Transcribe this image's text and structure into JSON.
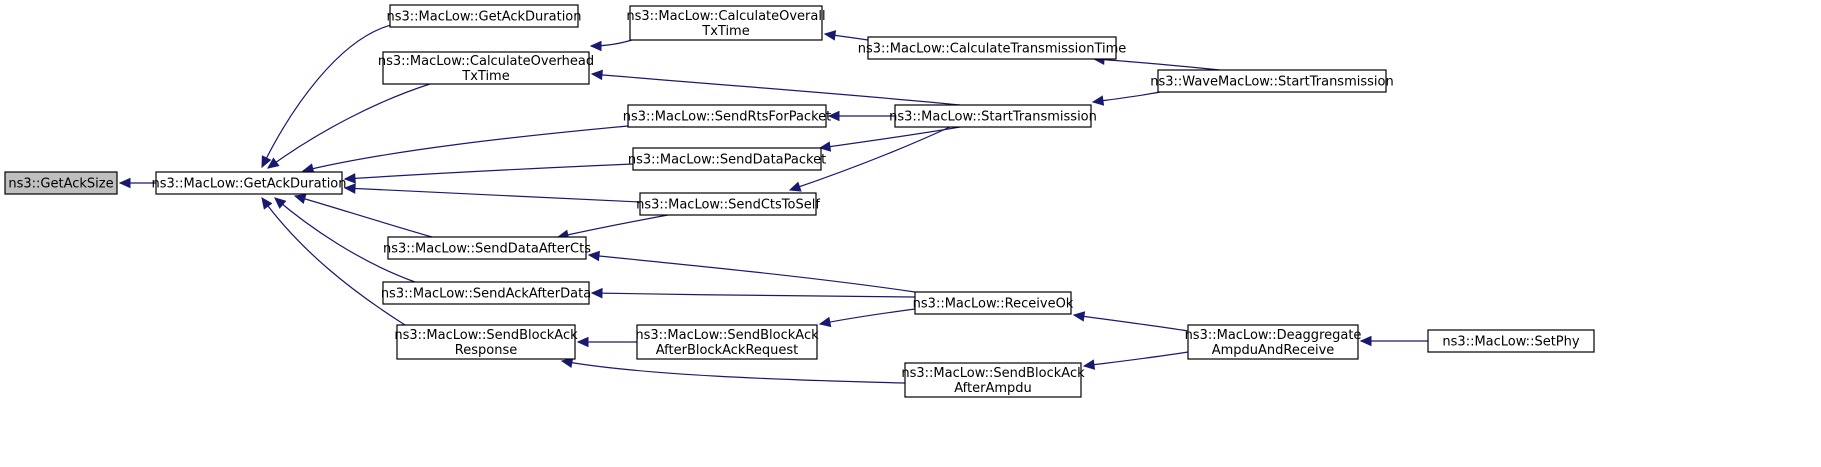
{
  "graph": {
    "nodes": [
      {
        "id": "getacksize",
        "lines": [
          "ns3::GetAckSize"
        ],
        "highlight": true
      },
      {
        "id": "getackduration_main",
        "lines": [
          "ns3::MacLow::GetAckDuration"
        ]
      },
      {
        "id": "getackduration_top",
        "lines": [
          "ns3::MacLow::GetAckDuration"
        ]
      },
      {
        "id": "calcoverhead",
        "lines": [
          "ns3::MacLow::CalculateOverhead",
          "TxTime"
        ]
      },
      {
        "id": "calcoverall",
        "lines": [
          "ns3::MacLow::CalculateOverall",
          "TxTime"
        ]
      },
      {
        "id": "calctransmission",
        "lines": [
          "ns3::MacLow::CalculateTransmissionTime"
        ]
      },
      {
        "id": "wavestart",
        "lines": [
          "ns3::WaveMacLow::StartTransmission"
        ]
      },
      {
        "id": "starttransmission",
        "lines": [
          "ns3::MacLow::StartTransmission"
        ]
      },
      {
        "id": "sendrts",
        "lines": [
          "ns3::MacLow::SendRtsForPacket"
        ]
      },
      {
        "id": "senddata",
        "lines": [
          "ns3::MacLow::SendDataPacket"
        ]
      },
      {
        "id": "sendcts",
        "lines": [
          "ns3::MacLow::SendCtsToSelf"
        ]
      },
      {
        "id": "senddataaftercts",
        "lines": [
          "ns3::MacLow::SendDataAfterCts"
        ]
      },
      {
        "id": "sendackafterdata",
        "lines": [
          "ns3::MacLow::SendAckAfterData"
        ]
      },
      {
        "id": "receiveok",
        "lines": [
          "ns3::MacLow::ReceiveOk"
        ]
      },
      {
        "id": "sendblockackresp",
        "lines": [
          "ns3::MacLow::SendBlockAck",
          "Response"
        ]
      },
      {
        "id": "sendblockackafterreq",
        "lines": [
          "ns3::MacLow::SendBlockAck",
          "AfterBlockAckRequest"
        ]
      },
      {
        "id": "sendblockackafterampdu",
        "lines": [
          "ns3::MacLow::SendBlockAck",
          "AfterAmpdu"
        ]
      },
      {
        "id": "deaggregate",
        "lines": [
          "ns3::MacLow::Deaggregate",
          "AmpduAndReceive"
        ]
      },
      {
        "id": "setphy",
        "lines": [
          "ns3::MacLow::SetPhy"
        ]
      }
    ],
    "edges": [
      {
        "from": "getackduration_main",
        "to": "getacksize"
      },
      {
        "from": "getackduration_top",
        "to": "getackduration_main"
      },
      {
        "from": "calcoverhead",
        "to": "getackduration_main"
      },
      {
        "from": "sendrts",
        "to": "getackduration_main"
      },
      {
        "from": "senddata",
        "to": "getackduration_main"
      },
      {
        "from": "sendcts",
        "to": "getackduration_main"
      },
      {
        "from": "senddataaftercts",
        "to": "getackduration_main"
      },
      {
        "from": "sendackafterdata",
        "to": "getackduration_main"
      },
      {
        "from": "sendblockackresp",
        "to": "getackduration_main"
      },
      {
        "from": "calcoverall",
        "to": "calcoverhead"
      },
      {
        "from": "starttransmission",
        "to": "calcoverhead"
      },
      {
        "from": "calctransmission",
        "to": "calcoverall"
      },
      {
        "from": "wavestart",
        "to": "calctransmission"
      },
      {
        "from": "wavestart",
        "to": "starttransmission"
      },
      {
        "from": "starttransmission",
        "to": "sendrts"
      },
      {
        "from": "starttransmission",
        "to": "senddata"
      },
      {
        "from": "starttransmission",
        "to": "sendcts"
      },
      {
        "from": "sendcts",
        "to": "senddataaftercts"
      },
      {
        "from": "receiveok",
        "to": "senddataaftercts"
      },
      {
        "from": "receiveok",
        "to": "sendackafterdata"
      },
      {
        "from": "sendblockackafterreq",
        "to": "sendblockackresp"
      },
      {
        "from": "sendblockackafterampdu",
        "to": "sendblockackresp"
      },
      {
        "from": "receiveok",
        "to": "sendblockackafterreq"
      },
      {
        "from": "deaggregate",
        "to": "receiveok"
      },
      {
        "from": "deaggregate",
        "to": "sendblockackafterampdu"
      },
      {
        "from": "setphy",
        "to": "deaggregate"
      }
    ]
  }
}
